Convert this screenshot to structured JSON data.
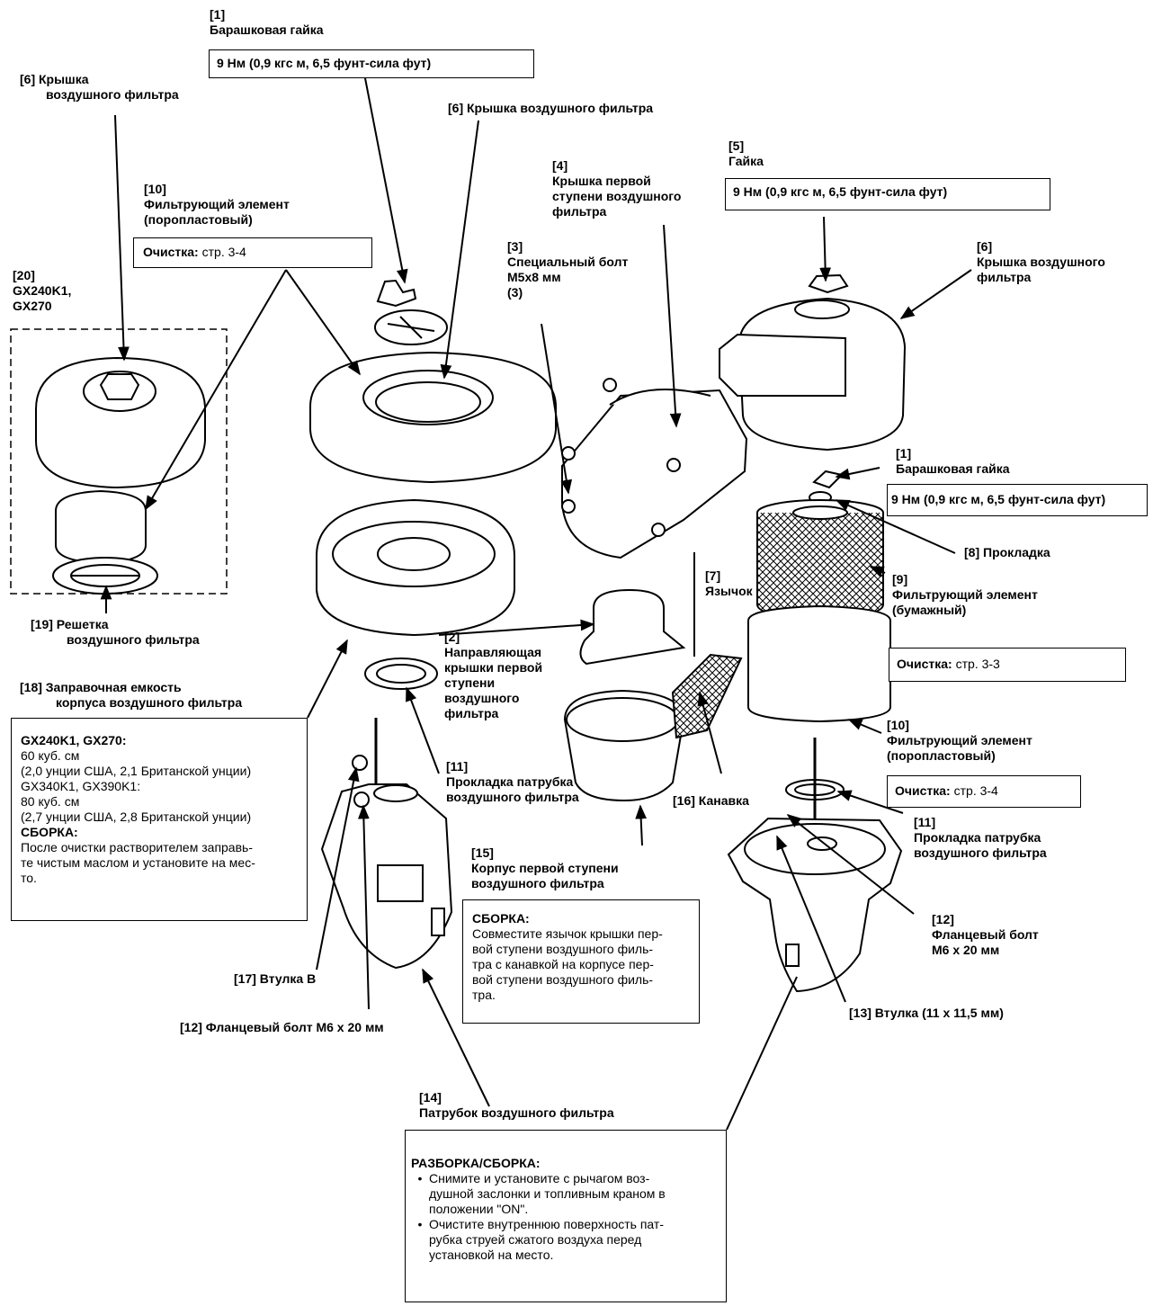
{
  "labels": {
    "l1_top": [
      "[1]",
      "Барашковая гайка"
    ],
    "l6_left": [
      "[6] Крышка",
      "воздушного фильтра"
    ],
    "l6_center": "[6] Крышка воздушного фильтра",
    "l10_center": [
      "[10]",
      "Фильтрующий элемент",
      "(поропластовый)"
    ],
    "l20": [
      "[20]",
      "GX240K1,",
      "GX270"
    ],
    "l4": [
      "[4]",
      "Крышка первой",
      "ступени воздушного",
      "фильтра"
    ],
    "l3": [
      "[3]",
      "Специальный болт",
      "М5х8 мм",
      "(3)"
    ],
    "l5": [
      "[5]",
      "Гайка"
    ],
    "l6_right": [
      "[6]",
      "Крышка воздушного",
      "фильтра"
    ],
    "l1_right": [
      "[1]",
      "Барашковая гайка"
    ],
    "l8": "[8] Прокладка",
    "l9": [
      "[9]",
      "Фильтрующий элемент",
      "(бумажный)"
    ],
    "l7": [
      "[7]",
      "Язычок"
    ],
    "l19": [
      "[19] Решетка",
      "воздушного фильтра"
    ],
    "l2": [
      "[2]",
      "Направляющая",
      "крышки первой",
      "ступени",
      "воздушного",
      "фильтра"
    ],
    "l18": [
      "[18] Заправочная емкость",
      "корпуса воздушного фильтра"
    ],
    "l10_right": [
      "[10]",
      "Фильтрующий элемент",
      "(поропластовый)"
    ],
    "l11_center": [
      "[11]",
      "Прокладка патрубка",
      "воздушного фильтра"
    ],
    "l16": "[16] Канавка",
    "l11_right": [
      "[11]",
      "Прокладка патрубка",
      "воздушного фильтра"
    ],
    "l15": [
      "[15]",
      "Корпус первой ступени",
      "воздушного фильтра"
    ],
    "l12_right": [
      "[12]",
      "Фланцевый болт",
      "М6 х 20 мм"
    ],
    "l17": "[17] Втулка В",
    "l13": "[13] Втулка (11 х 11,5 мм)",
    "l12_bottom": "[12] Фланцевый болт М6 х 20 мм",
    "l14": [
      "[14]",
      "Патрубок воздушного фильтра"
    ]
  },
  "torque": {
    "t1_top": "9 Нм (0,9 кгс м, 6,5 фунт-сила фут)",
    "t5": "9 Нм (0,9 кгс м, 6,5 фунт-сила фут)",
    "t1_right": "9 Нм (0,9 кгс м, 6,5 фунт-сила фут)"
  },
  "cleaning": {
    "label": "Очистка:",
    "c10_center": "стр. 3-4",
    "c9": "стр. 3-3",
    "c10_right": "стр. 3-4"
  },
  "note18": {
    "title1": "GX240K1, GX270:",
    "lines1": [
      "60 куб. см",
      "(2,0 унции США, 2,1 Британской унции)",
      "GX340K1, GX390K1:",
      "80 куб. см",
      "(2,7 унции США, 2,8 Британской унции)"
    ],
    "title2": "СБОРКА:",
    "body2": [
      "После очистки растворителем заправь-",
      "те чистым маслом и установите на мес-",
      "то."
    ]
  },
  "note15": {
    "title": "СБОРКА:",
    "body": [
      "Совместите язычок крышки пер-",
      "вой ступени воздушного филь-",
      "тра с канавкой на корпусе пер-",
      "вой ступени воздушного филь-",
      "тра."
    ]
  },
  "note14": {
    "title": "РАЗБОРКА/СБОРКА:",
    "bullet1": [
      "Снимите и установите с рычагом воз-",
      "душной заслонки и топливным краном в",
      "положении \"ON\"."
    ],
    "bullet2": [
      "Очистите внутреннюю поверхность пат-",
      "рубка струей сжатого воздуха перед",
      "установкой на место."
    ]
  }
}
